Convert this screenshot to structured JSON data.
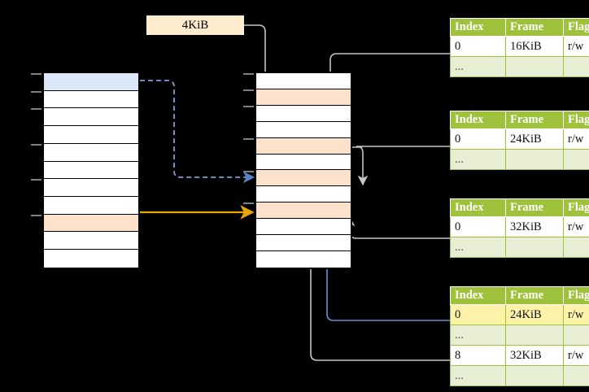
{
  "diagram": {
    "title_label": "4KiB",
    "colors": {
      "header_green": "#9fc23c",
      "alt_row": "#e8eed4",
      "highlight_yellow": "#fdf3a8",
      "peach": "#fde2cb",
      "blue_row": "#dbe8f9",
      "orange_arrow": "#e8a400",
      "blue_arrow": "#6b8fd4",
      "gray_wire": "#bdbdbd"
    }
  },
  "left_column": {
    "name": "virtual-address-space",
    "rows": [
      {
        "label": "",
        "fill": "blue"
      },
      {
        "label": "",
        "fill": "white"
      },
      {
        "label": "",
        "fill": "white"
      },
      {
        "label": "",
        "fill": "white"
      },
      {
        "label": "",
        "fill": "white"
      },
      {
        "label": "",
        "fill": "white"
      },
      {
        "label": "",
        "fill": "white"
      },
      {
        "label": "",
        "fill": "white"
      },
      {
        "label": "",
        "fill": "peach"
      },
      {
        "label": "",
        "fill": "white"
      },
      {
        "label": "",
        "fill": "white"
      }
    ]
  },
  "middle_column": {
    "name": "physical-memory",
    "rows": [
      {
        "label": "",
        "fill": "white"
      },
      {
        "label": "",
        "fill": "peach"
      },
      {
        "label": "",
        "fill": "white"
      },
      {
        "label": "",
        "fill": "white"
      },
      {
        "label": "",
        "fill": "peach"
      },
      {
        "label": "",
        "fill": "white"
      },
      {
        "label": "",
        "fill": "peach"
      },
      {
        "label": "",
        "fill": "white"
      },
      {
        "label": "",
        "fill": "peach"
      },
      {
        "label": "",
        "fill": "white"
      },
      {
        "label": "",
        "fill": "white"
      },
      {
        "label": "",
        "fill": "white"
      }
    ]
  },
  "page_tables": [
    {
      "name": "page-table-level-1",
      "headers": [
        "Index",
        "Frame",
        "Flags"
      ],
      "rows": [
        {
          "cells": [
            "0",
            "16KiB",
            "r/w"
          ],
          "style": "normal",
          "highlight": [
            false,
            false,
            false
          ]
        },
        {
          "cells": [
            "...",
            "",
            ""
          ],
          "style": "alt",
          "highlight": [
            false,
            false,
            false
          ]
        }
      ]
    },
    {
      "name": "page-table-level-2",
      "headers": [
        "Index",
        "Frame",
        "Flags"
      ],
      "rows": [
        {
          "cells": [
            "0",
            "24KiB",
            "r/w"
          ],
          "style": "normal",
          "highlight": [
            false,
            false,
            false
          ]
        },
        {
          "cells": [
            "...",
            "",
            ""
          ],
          "style": "alt",
          "highlight": [
            false,
            false,
            false
          ]
        }
      ]
    },
    {
      "name": "page-table-level-3",
      "headers": [
        "Index",
        "Frame",
        "Flags"
      ],
      "rows": [
        {
          "cells": [
            "0",
            "32KiB",
            "r/w"
          ],
          "style": "normal",
          "highlight": [
            false,
            false,
            false
          ]
        },
        {
          "cells": [
            "...",
            "",
            ""
          ],
          "style": "alt",
          "highlight": [
            false,
            false,
            false
          ]
        }
      ]
    },
    {
      "name": "page-table-level-4",
      "headers": [
        "Index",
        "Frame",
        "Flags"
      ],
      "rows": [
        {
          "cells": [
            "0",
            "24KiB",
            "r/w"
          ],
          "style": "normal",
          "highlight": [
            true,
            true,
            true
          ]
        },
        {
          "cells": [
            "...",
            "",
            ""
          ],
          "style": "alt",
          "highlight": [
            false,
            false,
            false
          ]
        },
        {
          "cells": [
            "8",
            "32KiB",
            "r/w"
          ],
          "style": "normal",
          "highlight": [
            false,
            false,
            false
          ]
        },
        {
          "cells": [
            "...",
            "",
            ""
          ],
          "style": "alt",
          "highlight": [
            false,
            false,
            false
          ]
        }
      ]
    }
  ]
}
